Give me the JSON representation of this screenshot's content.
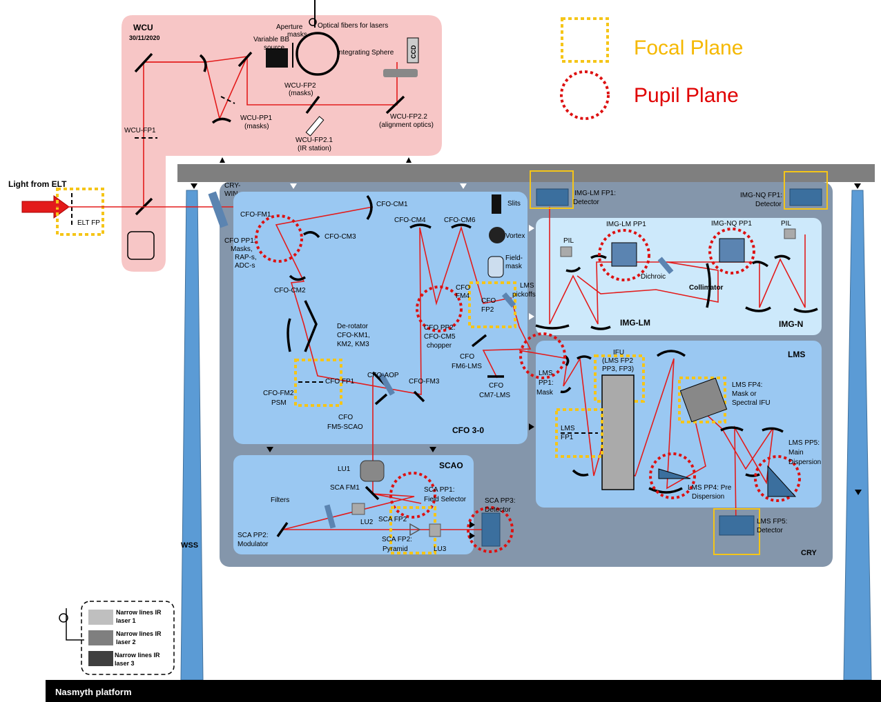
{
  "legend": {
    "focal_plane": "Focal Plane",
    "pupil_plane": "Pupil Plane"
  },
  "wcu": {
    "title": "WCU",
    "date": "30/11/2020",
    "variable_bb_source": [
      "Variable BB",
      "source"
    ],
    "aperture_masks": [
      "Aperture",
      "masks"
    ],
    "fibers": "Optical fibers for lasers",
    "integrating_sphere": "Integrating Sphere",
    "ccd": "CCD",
    "wcu_fp1": "WCU-FP1",
    "wcu_pp1": [
      "WCU-PP1",
      "(masks)"
    ],
    "wcu_fp2": [
      "WCU-FP2",
      "(masks)"
    ],
    "wcu_fp21": [
      "WCU-FP2.1",
      "(IR station)"
    ],
    "wcu_fp22": [
      "WCU-FP2.2",
      "(alignment optics)"
    ]
  },
  "light_from_elt": "Light from ELT",
  "elt_fp": "ELT FP",
  "cry_win": [
    "CRY-",
    "WIN"
  ],
  "cfo": {
    "title": "CFO 3-0",
    "cm1": "CFO-CM1",
    "fm1": "CFO-FM1",
    "cm3": "CFO-CM3",
    "pp1": [
      "CFO PP1:",
      "Masks,",
      "RAP-s,",
      "ADC-s"
    ],
    "cm2": "CFO-CM2",
    "derotator": [
      "De-rotator",
      "CFO-KM1,",
      "KM2, KM3"
    ],
    "fp1": "CFO FP1",
    "fm2": [
      "CFO-FM2",
      "PSM"
    ],
    "aop": "CFO-AOP",
    "fm3": "CFO-FM3",
    "fm5": [
      "CFO",
      "FM5-SCAO"
    ],
    "cm4": "CFO-CM4",
    "cm6": "CFO-CM6",
    "slits": "Slits",
    "vortex": "Vortex",
    "fieldmask": [
      "Field-",
      "mask"
    ],
    "fm4": [
      "CFO",
      "FM4"
    ],
    "fp2": [
      "CFO",
      "FP2"
    ],
    "pp2": [
      "CFO PP2:",
      "CFO-CM5",
      "chopper"
    ],
    "lms_pickoffs": [
      "LMS",
      "pickoffs"
    ],
    "fm6": [
      "CFO",
      "FM6-LMS"
    ],
    "cm7": [
      "CFO",
      "CM7-LMS"
    ]
  },
  "img": {
    "lm_fp1": [
      "IMG-LM FP1:",
      "Detector"
    ],
    "nq_fp1": [
      "IMG-NQ FP1:",
      "Detector"
    ],
    "lm_pp1": "IMG-LM PP1",
    "nq_pp1": "IMG-NQ PP1",
    "pil_left": "PIL",
    "pil_right": "PIL",
    "dichroic": "Dichroic",
    "collimator": "Collimator",
    "img_lm": "IMG-LM",
    "img_n": "IMG-N"
  },
  "lms": {
    "title": "LMS",
    "pp1": [
      "LMS",
      "PP1:",
      "Mask"
    ],
    "ifu": [
      "IFU",
      "(LMS FP2",
      "PP3, FP3)"
    ],
    "fp4": [
      "LMS FP4:",
      "Mask or",
      "Spectral IFU"
    ],
    "fp1": [
      "LMS",
      "FP1"
    ],
    "pp5": [
      "LMS PP5:",
      "Main",
      "Dispersion"
    ],
    "pp4": [
      "LMS PP4: Pre",
      "Dispersion"
    ],
    "fp5": [
      "LMS FP5:",
      "Detector"
    ]
  },
  "scao": {
    "title": "SCAO",
    "lu1": "LU1",
    "filters": "Filters",
    "fm1": "SCA FM1",
    "pp1": [
      "SCA PP1:",
      "Field Selector"
    ],
    "lu2": "LU2",
    "fp2_top": "SCA FP2",
    "pp3": [
      "SCA PP3:",
      "Detector"
    ],
    "pp2": [
      "SCA PP2:",
      "Modulator"
    ],
    "fp2": [
      "SCA FP2:",
      "Pyramid"
    ],
    "lu3": "LU3"
  },
  "cry": "CRY",
  "wss": "WSS",
  "lasers": [
    [
      "Narrow lines  IR",
      "laser 1"
    ],
    [
      "Narrow lines  IR",
      "laser 2"
    ],
    [
      "Narrow lines  IR",
      "laser 3"
    ]
  ],
  "nasmyth": "Nasmyth platform",
  "colors": {
    "wcu_bg": "#f7c6c6",
    "cry_bg": "#8496ab",
    "module_bg": "#9ac8f2",
    "img_bg": "#cde9fb",
    "beam": "#e31b1b",
    "focal_plane": "#f5c518",
    "pupil_plane": "#dd1111",
    "wss": "#5b9bd5"
  }
}
